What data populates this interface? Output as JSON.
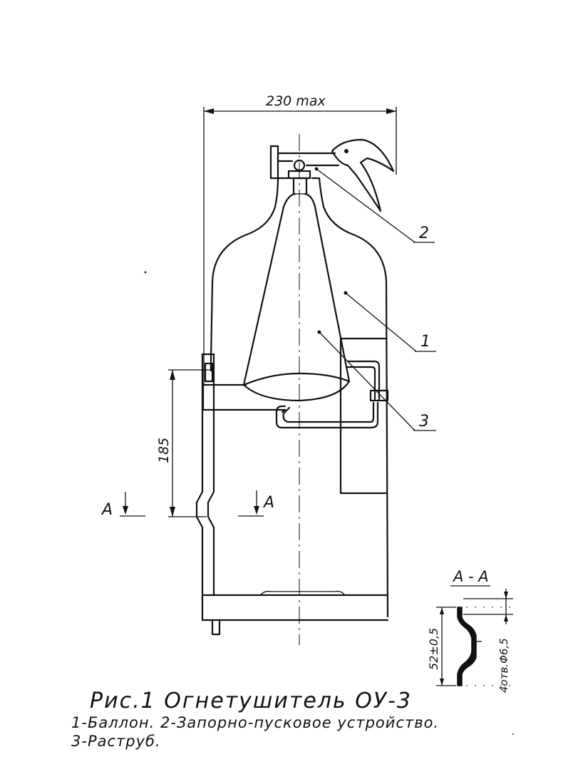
{
  "labels": {
    "width_dim": "230 max",
    "height_dim": "185",
    "section_mark_left": "A",
    "section_mark_right": "A",
    "callout_1": "1",
    "callout_2": "2",
    "callout_3": "3",
    "section_title": "A - A",
    "section_dim_vertical": "52±0,5",
    "section_holes": "4отв.Φ6,5"
  },
  "caption": {
    "title": "Рис.1  Огнетушитель  ОУ-3",
    "line1": "1-Баллон.  2-Запорно-пусковое  устройство.",
    "line2": "3-Раструб."
  }
}
